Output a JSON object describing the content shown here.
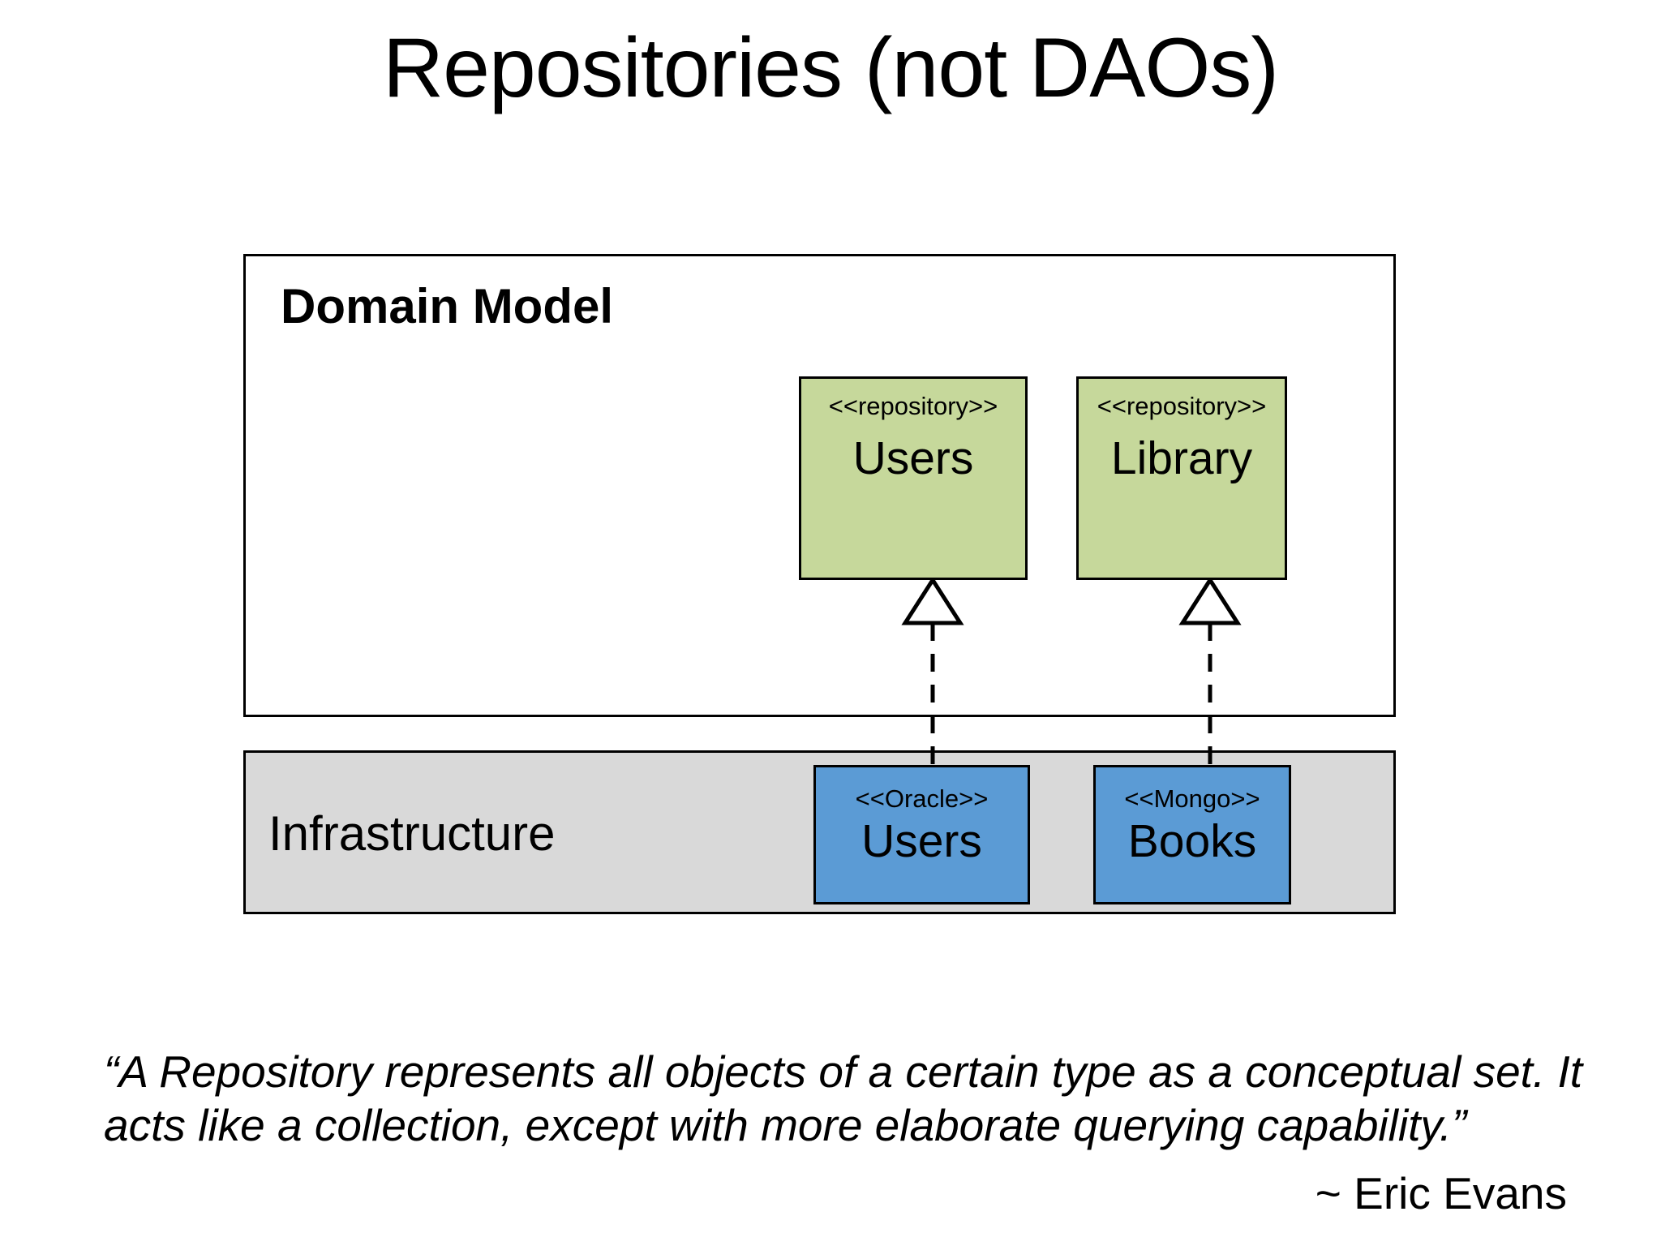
{
  "slide": {
    "title": "Repositories (not DAOs)"
  },
  "diagram": {
    "layers": [
      {
        "id": "domain-model",
        "label": "Domain Model",
        "fill": "#ffffff",
        "stroke": "#000000"
      },
      {
        "id": "infrastructure",
        "label": "Infrastructure",
        "fill": "#d9d9d9",
        "stroke": "#000000"
      }
    ],
    "repositories": [
      {
        "stereotype": "<<repository>>",
        "name": "Users",
        "fill": "#c6d89b"
      },
      {
        "stereotype": "<<repository>>",
        "name": "Library",
        "fill": "#c6d89b"
      }
    ],
    "datastores": [
      {
        "stereotype": "<<Oracle>>",
        "name": "Users",
        "fill": "#5b9bd5"
      },
      {
        "stereotype": "<<Mongo>>",
        "name": "Books",
        "fill": "#5b9bd5"
      }
    ],
    "connectors": [
      {
        "type": "realization",
        "from": "Oracle Users",
        "to": "repository Users",
        "style": "dashed-hollow-triangle"
      },
      {
        "type": "realization",
        "from": "Mongo Books",
        "to": "repository Library",
        "style": "dashed-hollow-triangle"
      }
    ]
  },
  "quote": {
    "text": "“A Repository represents all objects of a certain type as a conceptual set. It acts like a collection, except with more elaborate querying capability.”",
    "attribution": "~ Eric Evans"
  }
}
